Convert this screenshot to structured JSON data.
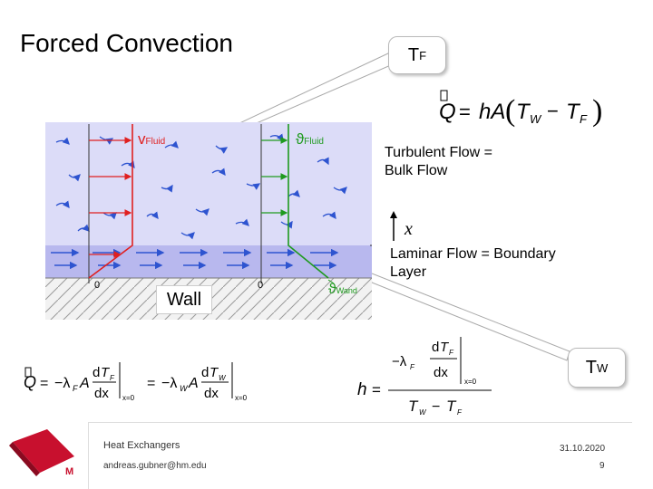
{
  "title": "Forced Convection",
  "callout_tf": {
    "main": "T",
    "sub": "F"
  },
  "callout_tw": {
    "main": "T",
    "sub": "W"
  },
  "turbulent_text": {
    "line1": "Turbulent Flow =",
    "line2": "Bulk Flow"
  },
  "laminar_text": {
    "line1": "Laminar Flow = Boundary",
    "line2": "Layer"
  },
  "axis_label": "x",
  "diagram": {
    "v_fluid": {
      "main": "v",
      "sub": "Fluid"
    },
    "theta_fluid": {
      "main": "ϑ",
      "sub": "Fluid"
    },
    "theta_wand": {
      "main": "ϑ",
      "sub": "Wand"
    },
    "zero_left": "0",
    "zero_right": "0",
    "wall_label": "Wall"
  },
  "footer": {
    "title": "Heat Exchangers",
    "email": "andreas.gubner@hm.edu",
    "date": "31.10.2020",
    "page": "9"
  },
  "colors": {
    "turbulent_bg": "#dcdcf8",
    "laminar_bg": "#b8b8ee",
    "arrow_blue": "#2e54d0",
    "velocity_red": "#e02020",
    "temperature_green": "#1f9a1f",
    "logo_red": "#c8102e"
  }
}
